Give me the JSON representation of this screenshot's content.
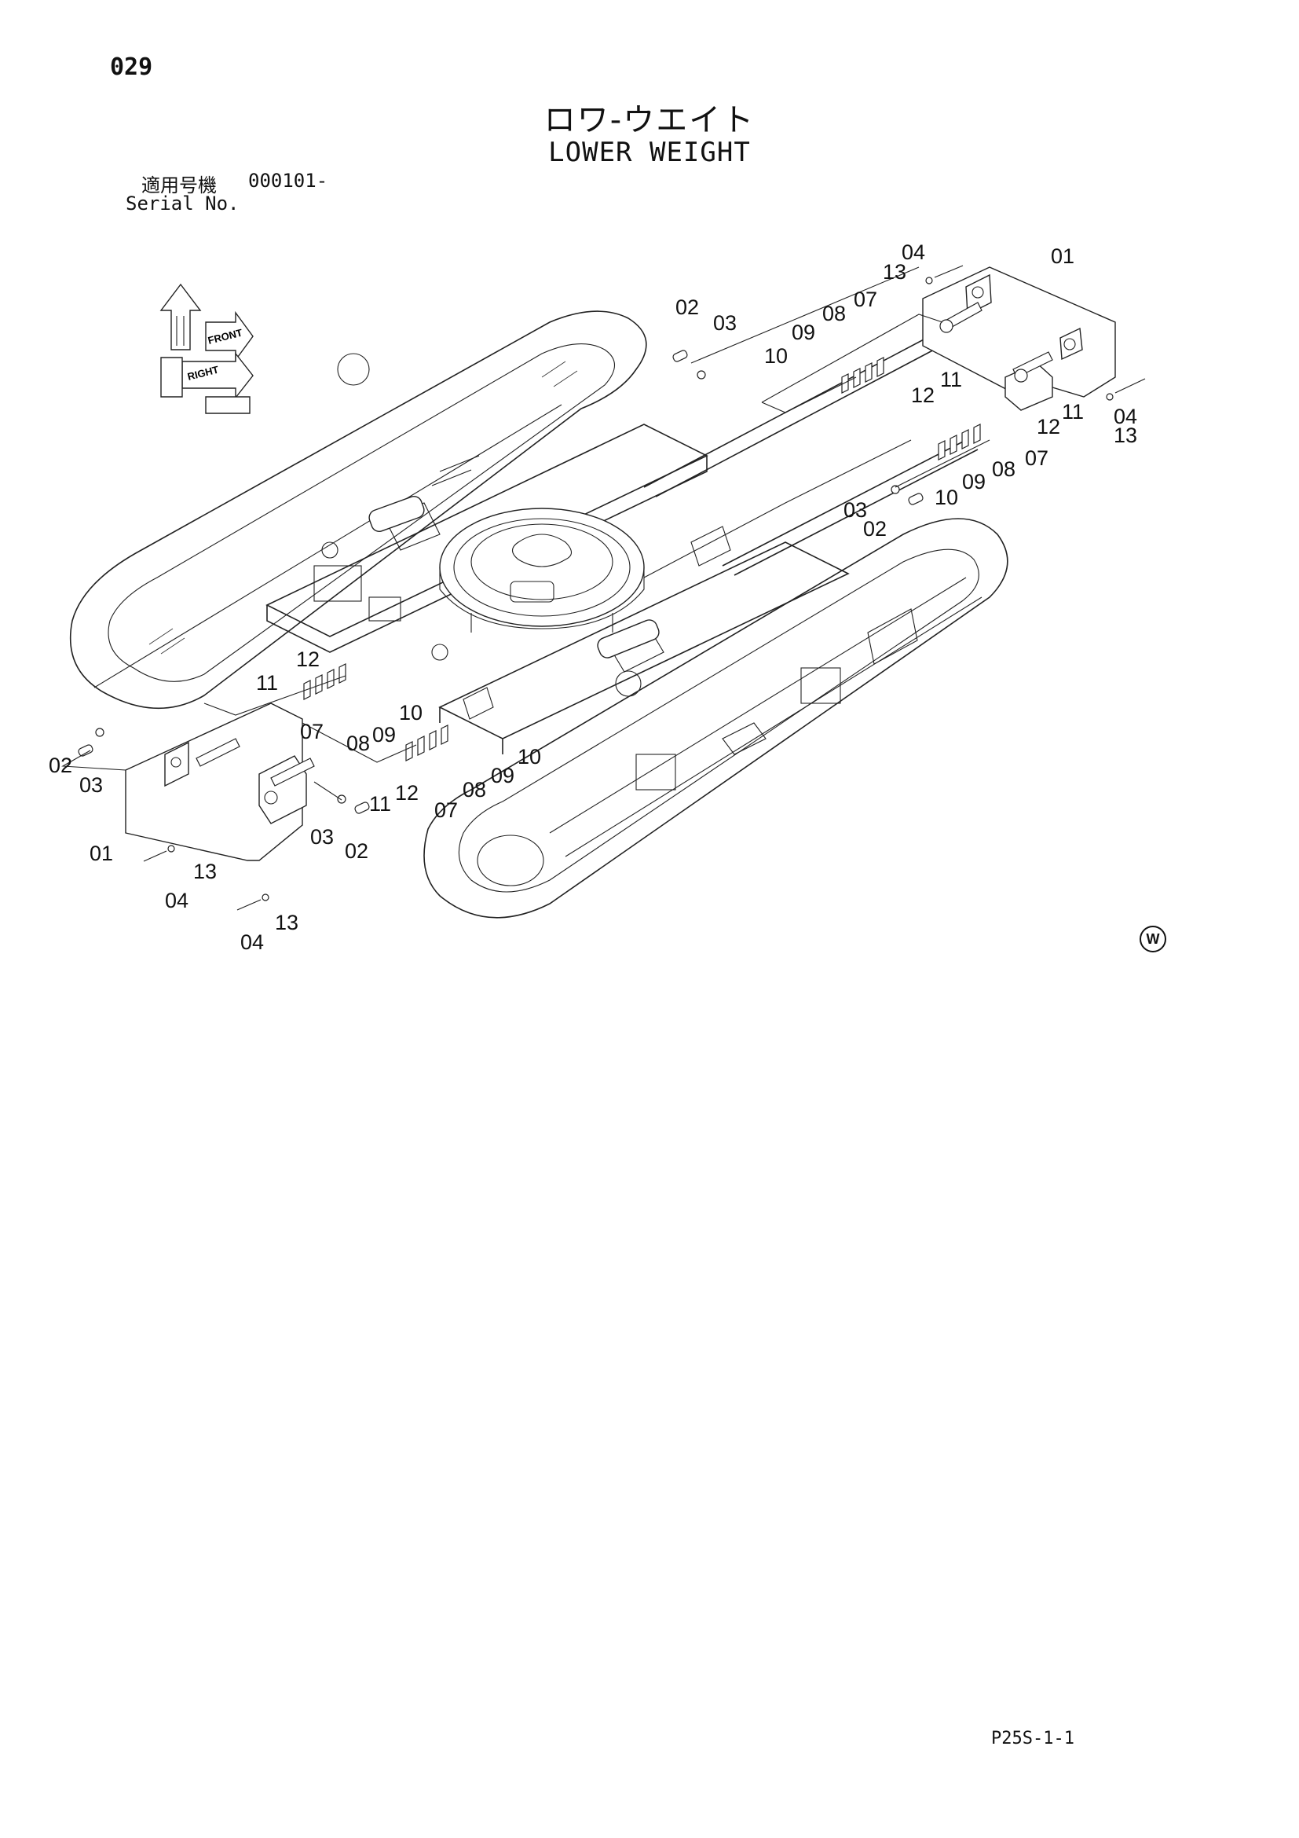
{
  "page": {
    "page_number": "029",
    "title_jp": "ロワ-ウエイト",
    "title_en": "LOWER WEIGHT",
    "serial_label_jp": "適用号機",
    "serial_value": "000101-",
    "serial_label_en": "Serial No.",
    "watermark": "W",
    "doc_code": "P25S-1-1"
  },
  "orientation_icon": {
    "labels": [
      "FRONT",
      "RIGHT"
    ]
  },
  "parts": {
    "p01": "01",
    "p02": "02",
    "p03": "03",
    "p04": "04",
    "p07": "07",
    "p08": "08",
    "p09": "09",
    "p10": "10",
    "p11": "11",
    "p12": "12",
    "p13": "13"
  }
}
